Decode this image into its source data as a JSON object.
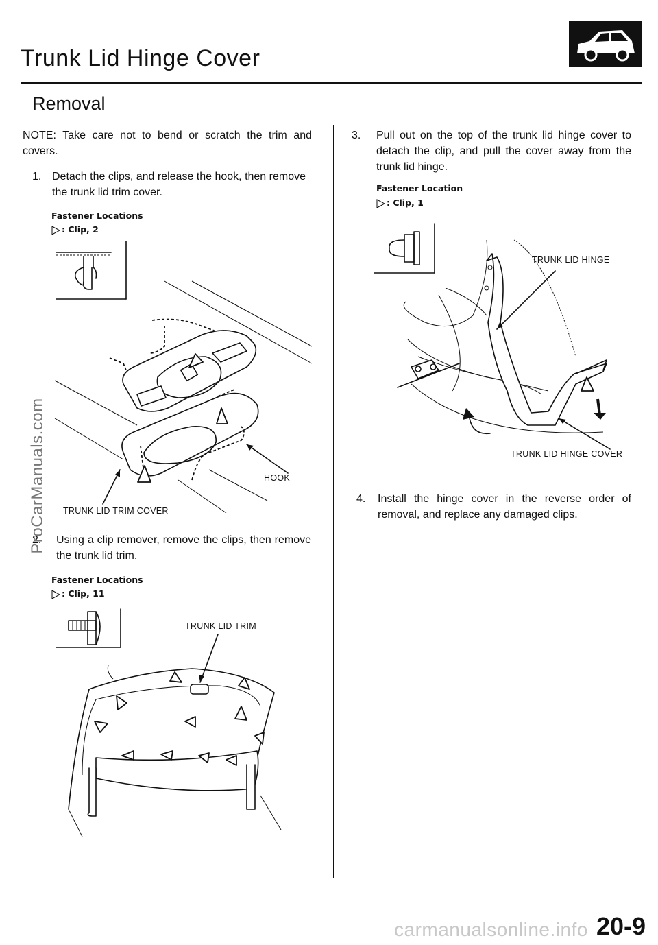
{
  "header": {
    "title": "Trunk Lid Hinge Cover",
    "section": "Removal",
    "badge_icon": "car-silhouette-icon"
  },
  "left_column": {
    "note": "NOTE: Take care not to bend or scratch the trim and covers.",
    "step1": {
      "number": "1.",
      "text": "Detach the clips, and release the hook, then remove the trunk lid trim cover."
    },
    "fastener1": {
      "title": "Fastener Locations",
      "legend": ": Clip, 2"
    },
    "figure1_labels": {
      "hook": "HOOK",
      "trim_cover": "TRUNK LID TRIM COVER"
    },
    "step2": {
      "number": "2.",
      "text": "Using a clip remover, remove the clips, then remove the trunk lid trim."
    },
    "fastener2": {
      "title": "Fastener Locations",
      "legend": ": Clip, 11"
    },
    "figure2_labels": {
      "trim": "TRUNK LID TRIM"
    }
  },
  "right_column": {
    "step3": {
      "number": "3.",
      "text": "Pull out on the top of the trunk lid hinge cover to detach the clip, and pull the cover away from the trunk lid hinge."
    },
    "fastener3": {
      "title": "Fastener Location",
      "legend": ": Clip, 1"
    },
    "figure3_labels": {
      "hinge": "TRUNK LID HINGE",
      "hinge_cover": "TRUNK LID HINGE COVER"
    },
    "step4": {
      "number": "4.",
      "text": "Install the hinge cover in the reverse order of removal, and replace any damaged clips."
    }
  },
  "page_number": "20-9",
  "watermark": "ProCarManuals.com",
  "footer_watermark": "carmanualsonline.info"
}
